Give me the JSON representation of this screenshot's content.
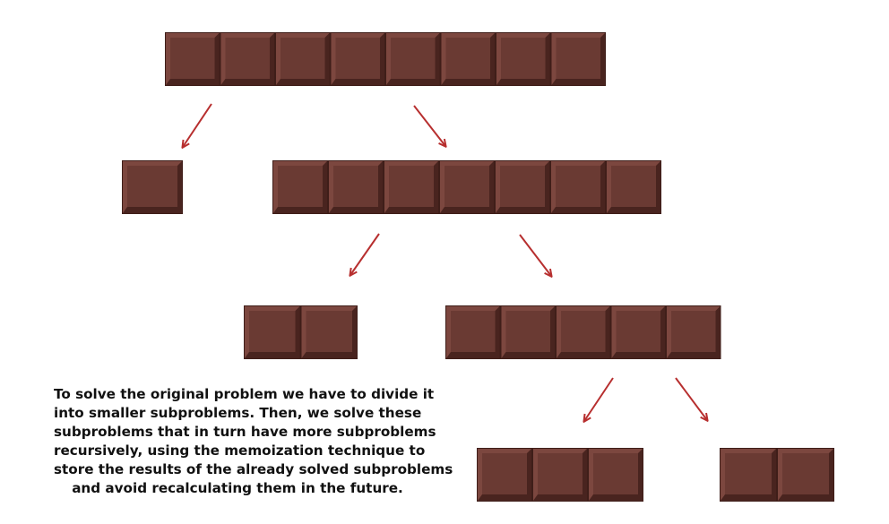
{
  "colors": {
    "chocolate_face": "#6a3a33",
    "chocolate_dark": "#3f1e19",
    "chocolate_light": "#8a5249",
    "arrow": "#b72f2f",
    "background": "#ffffff",
    "text": "#111111"
  },
  "bars": [
    {
      "id": "root",
      "pieces": 8
    },
    {
      "id": "level1-left",
      "pieces": 1
    },
    {
      "id": "level1-right",
      "pieces": 7
    },
    {
      "id": "level2-left",
      "pieces": 2
    },
    {
      "id": "level2-right",
      "pieces": 5
    },
    {
      "id": "level3-left",
      "pieces": 3
    },
    {
      "id": "level3-right",
      "pieces": 2
    }
  ],
  "caption": {
    "lines": [
      "To solve the original problem we have to divide it",
      "into smaller subproblems. Then, we solve these",
      "subproblems that in turn have more subproblems",
      "recursively, using the memoization technique to",
      "store the results of the already solved subproblems",
      "and avoid recalculating them in the future."
    ]
  }
}
